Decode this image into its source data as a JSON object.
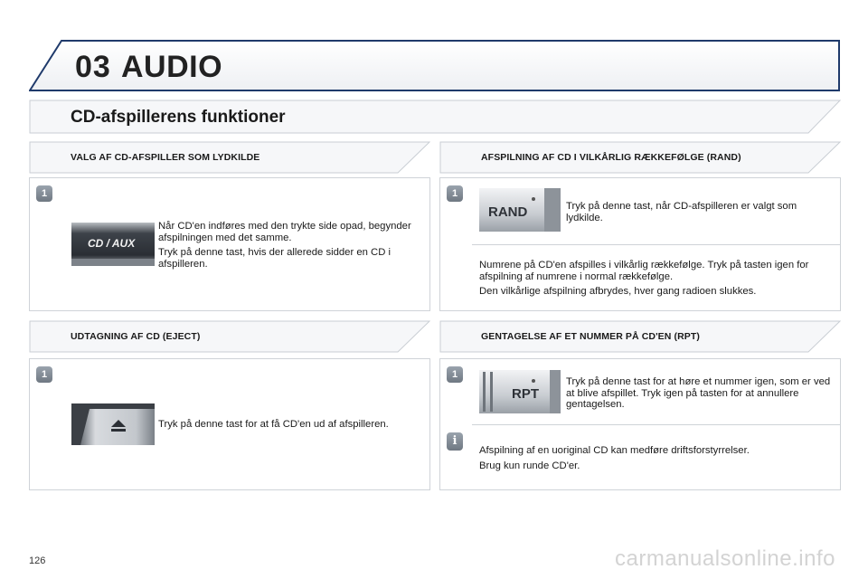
{
  "header": {
    "chapter_number": "03",
    "chapter_title": "AUDIO"
  },
  "section_title": "CD-afspillerens funktioner",
  "left": {
    "select_source": {
      "heading": "VALG AF CD-AFSPILLER SOM LYDKILDE",
      "step": "1",
      "button_label": "CD / AUX",
      "paragraphs": [
        "Når CD'en indføres med den trykte side opad, begynder afspilningen med det samme.",
        "Tryk på denne tast, hvis der allerede sidder en CD i afspilleren."
      ]
    },
    "eject": {
      "heading": "UDTAGNING AF CD (EJECT)",
      "step": "1",
      "button_icon": "eject-icon",
      "paragraph": "Tryk på denne tast for at få CD'en ud af afspilleren."
    }
  },
  "right": {
    "random": {
      "heading": "AFSPILNING AF CD I VILKÅRLIG RÆKKEFØLGE (RAND)",
      "step": "1",
      "button_label": "RAND",
      "paragraph": "Tryk på denne tast, når CD-afspilleren er valgt som lydkilde.",
      "notes": [
        "Numrene på CD'en afspilles i vilkårlig rækkefølge. Tryk på tasten igen for afspilning af numrene i normal rækkefølge.",
        "Den vilkårlige afspilning afbrydes, hver gang radioen slukkes."
      ]
    },
    "repeat": {
      "heading": "GENTAGELSE AF ET NUMMER PÅ CD'EN (RPT)",
      "step": "1",
      "button_label": "RPT",
      "paragraph": "Tryk på denne tast for at høre et nummer igen, som er ved at blive afspillet. Tryk igen på tasten for at annullere gentagelsen.",
      "info_icon": "info-icon",
      "info_notes": [
        "Afspilning af en uoriginal CD kan medføre driftsforstyrrelser.",
        "Brug kun runde CD'er."
      ]
    }
  },
  "footer": {
    "page_number": "126",
    "watermark": "carmanualsonline.info"
  },
  "colors": {
    "accent_navy": "#1f3a6b",
    "band_fill": "#eef0f3",
    "border": "#cfd3d8",
    "badge": "#7f8892"
  }
}
